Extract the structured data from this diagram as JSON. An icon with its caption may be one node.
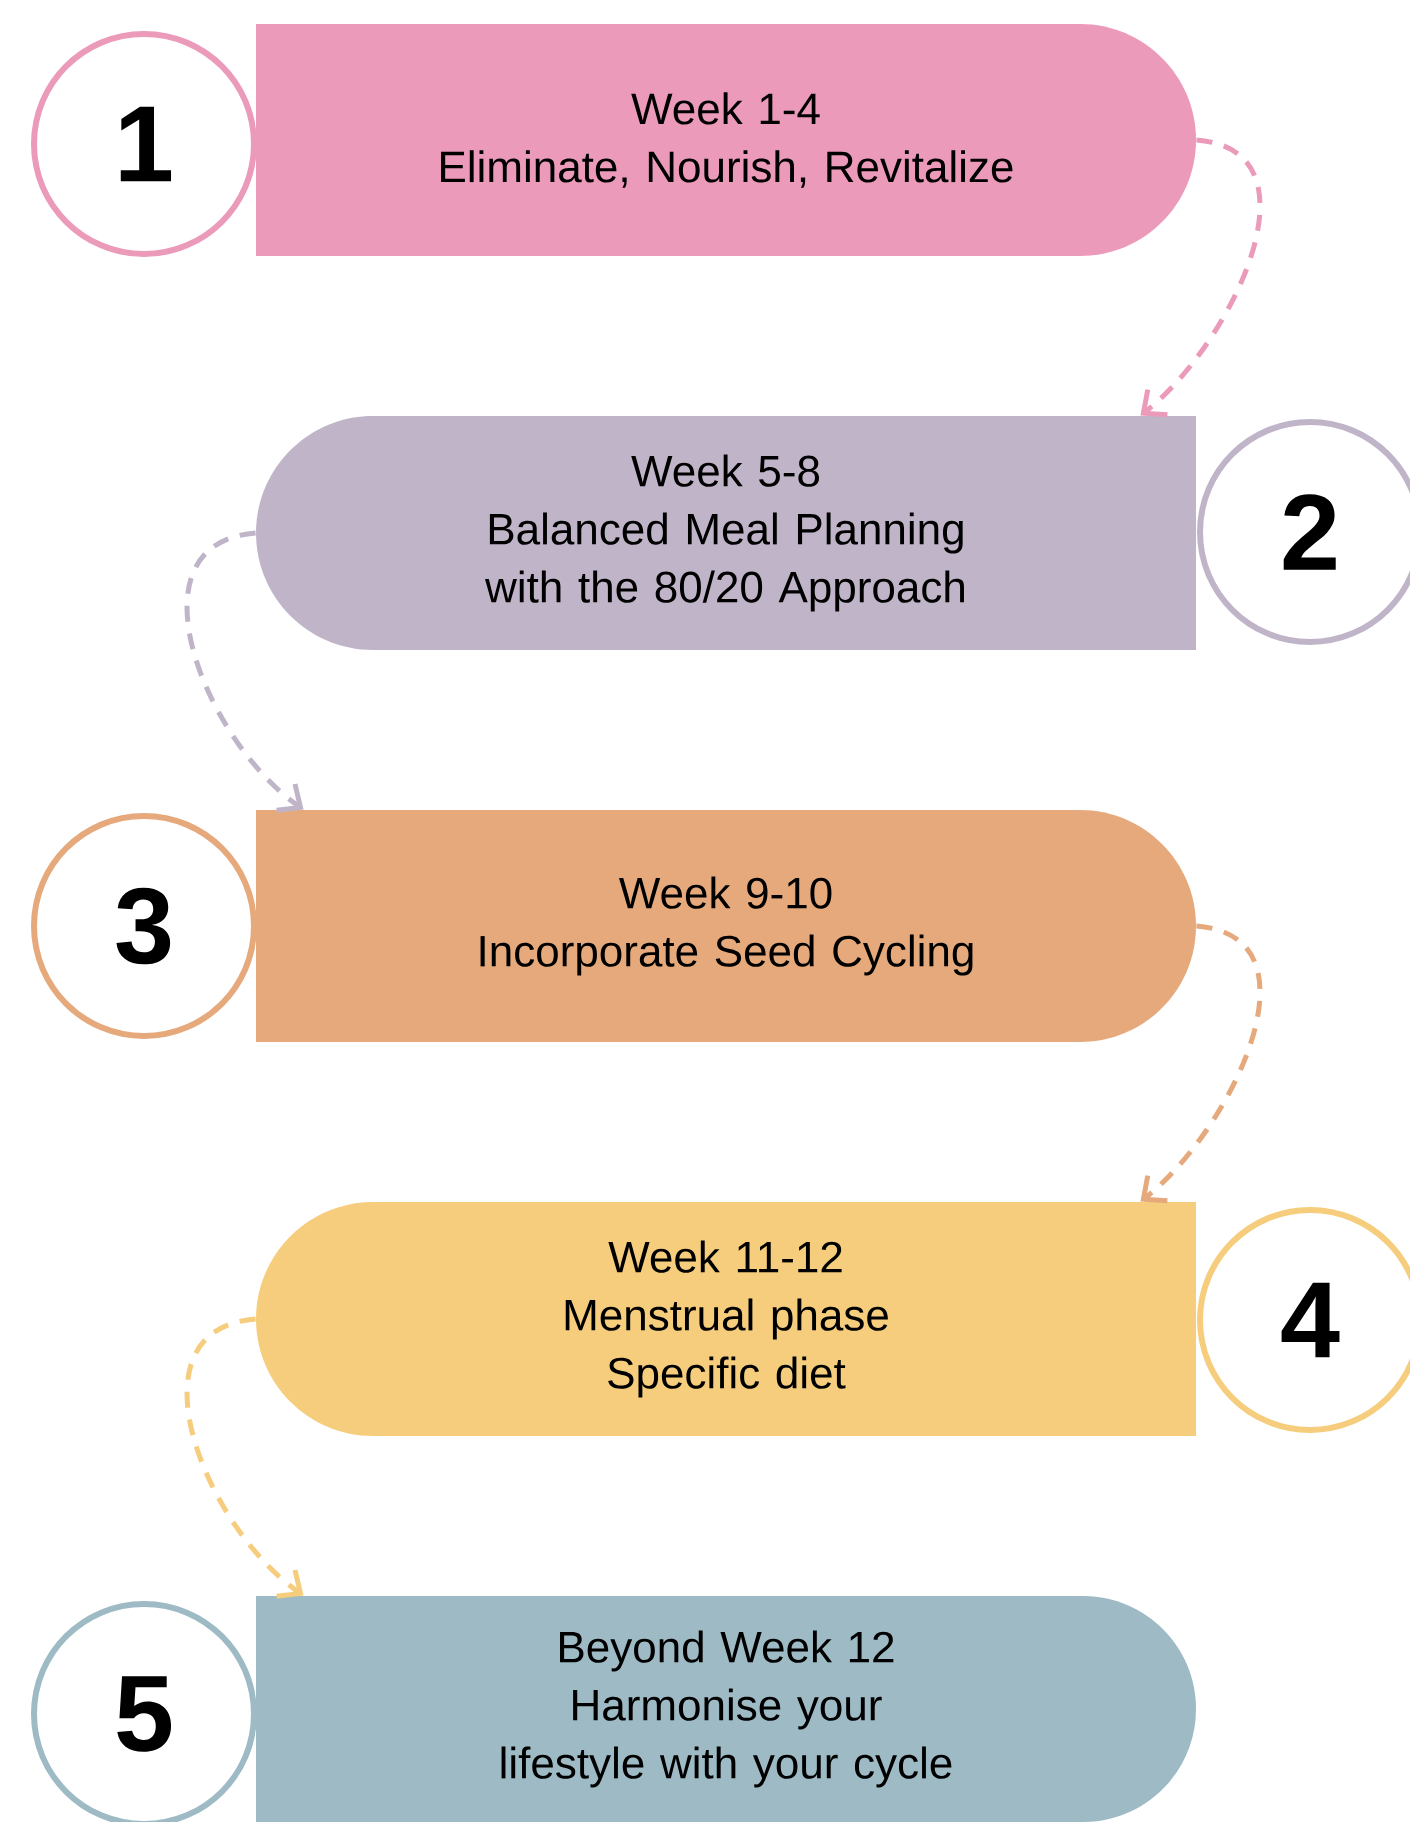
{
  "diagram": {
    "nodes": [
      {
        "text": [
          "1"
        ]
      },
      {
        "text": [
          "Week 1-4",
          "Eliminate, Nourish, Revitalize"
        ]
      },
      {
        "text": [
          "Week 5-8",
          "Balanced Meal Planning with the 80/20 Approach"
        ]
      },
      {
        "text": [
          "2"
        ]
      },
      {
        "text": [
          "3"
        ]
      },
      {
        "text": [
          "Week 9-10",
          "Incorporate Seed Cycling"
        ]
      },
      {
        "text": [
          "Week 11-12",
          "Menstrual phase Specific diet"
        ]
      },
      {
        "text": [
          "4"
        ]
      },
      {
        "text": [
          "5"
        ]
      },
      {
        "text": [
          "Beyond Week 12",
          "Harmonise your lifestyle with your cycle"
        ]
      }
    ],
    "edges": [
      {
        "from": 1,
        "to": 2,
        "arrow": "to",
        "style": "dashed",
        "color": "#eb9aba"
      },
      {
        "from": 2,
        "to": 5,
        "arrow": "to",
        "style": "dashed",
        "color": "#c0b5c8"
      },
      {
        "from": 5,
        "to": 6,
        "arrow": "to",
        "style": "dashed",
        "color": "#e5a97c"
      },
      {
        "from": 6,
        "to": 9,
        "arrow": "to",
        "style": "dashed",
        "color": "#f5cd7c"
      }
    ]
  }
}
